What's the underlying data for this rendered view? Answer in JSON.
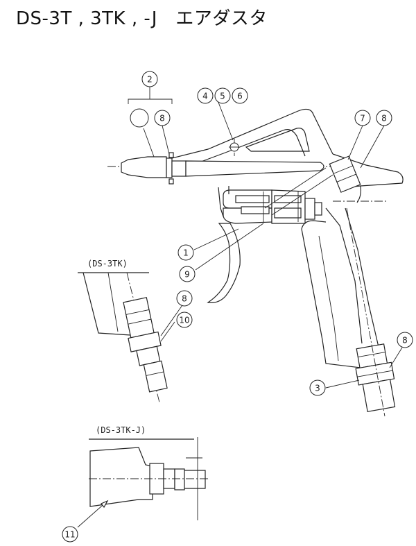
{
  "title": "DS-3T , 3TK , -J　エアダスタ",
  "part_numbers": [
    "1",
    "2",
    "3",
    "4",
    "5",
    "6",
    "7",
    "8",
    "9",
    "10",
    "11"
  ],
  "sub_labels": {
    "ds_3tk": "(DS-3TK)",
    "ds_3tk_j": "(DS-3TK-J)"
  }
}
